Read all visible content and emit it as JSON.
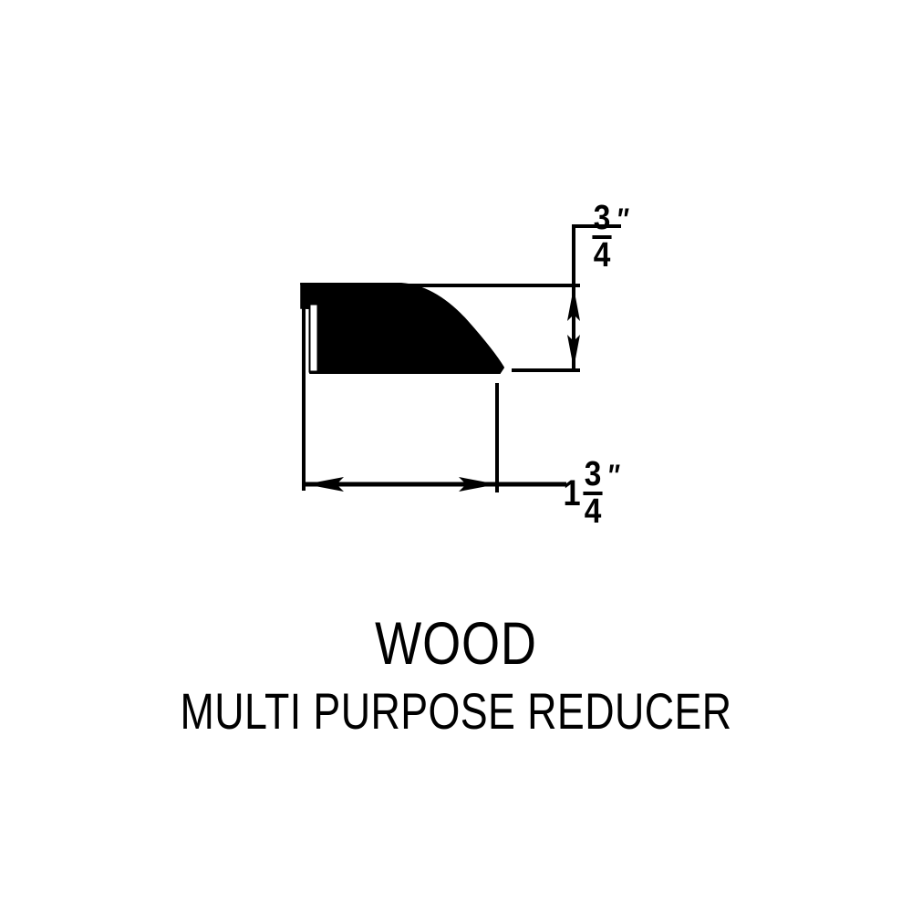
{
  "drawing": {
    "kind": "technical-cross-section",
    "background_color": "#ffffff",
    "line_color": "#000000",
    "fill_color": "#000000",
    "product_profile_name": "multi-purpose-reducer-cross-section"
  },
  "dimensions": {
    "height": {
      "name": "height-dimension",
      "whole": "",
      "numerator": "3",
      "denominator": "4",
      "unit_mark": "″",
      "text": "3/4″",
      "orientation": "vertical"
    },
    "width": {
      "name": "width-dimension",
      "whole": "1",
      "numerator": "3",
      "denominator": "4",
      "unit_mark": "″",
      "text": "1 3/4″",
      "orientation": "horizontal"
    }
  },
  "caption": {
    "primary": "WOOD",
    "secondary": "MULTI PURPOSE REDUCER"
  }
}
